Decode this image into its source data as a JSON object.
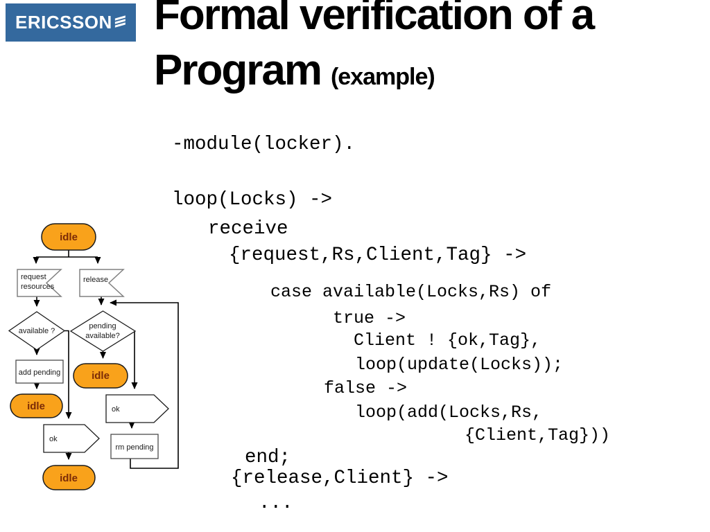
{
  "slide": {
    "logo": {
      "brand": "ERICSSON",
      "icon": "ericsson-bars-icon",
      "blue": "#34699E"
    },
    "title": {
      "line1": "Formal verification of a",
      "line2": "Program",
      "line2_suffix": "(example)"
    },
    "colors": {
      "node_orange": "#F9A21B",
      "idle_text": "#7B2B07",
      "logo_blue": "#34699E"
    },
    "flowchart": {
      "idle_top": "idle",
      "request_l1": "request",
      "request_l2": "resources",
      "release": "release",
      "available": "available ?",
      "pending_l1": "pending",
      "pending_l2": "available?",
      "add_pending": "add pending",
      "idle_left": "idle",
      "idle_mid": "idle",
      "ok_mid": "ok",
      "ok_right": "ok",
      "rm_pending": "rm pending",
      "idle_bottom": "idle"
    },
    "code": {
      "lines": [
        "-module(locker).",
        "loop(Locks) ->",
        "receive",
        "{request,Rs,Client,Tag} ->",
        "case available(Locks,Rs) of",
        "true ->",
        "Client ! {ok,Tag},",
        "loop(update(Locks));",
        "false ->",
        "loop(add(Locks,Rs,",
        "{Client,Tag}))",
        "end;",
        "{release,Client} ->",
        "..."
      ]
    }
  }
}
